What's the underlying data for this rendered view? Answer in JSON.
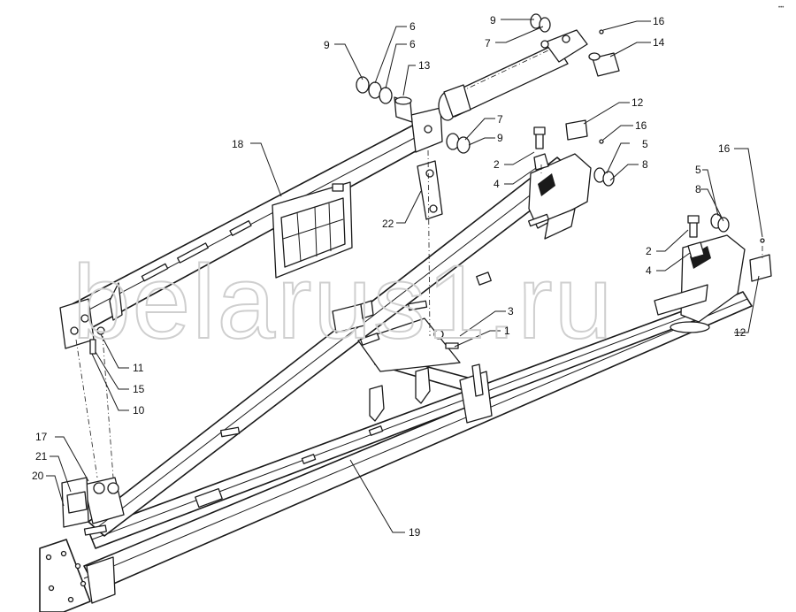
{
  "watermark": "belarus1.ru",
  "corner_mark": "•••",
  "callouts": [
    {
      "id": "c18",
      "label": "18"
    },
    {
      "id": "c9a",
      "label": "9"
    },
    {
      "id": "c6a",
      "label": "6"
    },
    {
      "id": "c6b",
      "label": "6"
    },
    {
      "id": "c13",
      "label": "13"
    },
    {
      "id": "c9b",
      "label": "9"
    },
    {
      "id": "c7a",
      "label": "7"
    },
    {
      "id": "c16a",
      "label": "16"
    },
    {
      "id": "c14",
      "label": "14"
    },
    {
      "id": "c12a",
      "label": "12"
    },
    {
      "id": "c16b",
      "label": "16"
    },
    {
      "id": "c7b",
      "label": "7"
    },
    {
      "id": "c9c",
      "label": "9"
    },
    {
      "id": "c2a",
      "label": "2"
    },
    {
      "id": "c4a",
      "label": "4"
    },
    {
      "id": "c5a",
      "label": "5"
    },
    {
      "id": "c8a",
      "label": "8"
    },
    {
      "id": "c16c",
      "label": "16"
    },
    {
      "id": "c5b",
      "label": "5"
    },
    {
      "id": "c8b",
      "label": "8"
    },
    {
      "id": "c22",
      "label": "22"
    },
    {
      "id": "c2b",
      "label": "2"
    },
    {
      "id": "c4b",
      "label": "4"
    },
    {
      "id": "c3",
      "label": "3"
    },
    {
      "id": "c1",
      "label": "1"
    },
    {
      "id": "c12b",
      "label": "12"
    },
    {
      "id": "c11",
      "label": "11"
    },
    {
      "id": "c15",
      "label": "15"
    },
    {
      "id": "c10",
      "label": "10"
    },
    {
      "id": "c17",
      "label": "17"
    },
    {
      "id": "c21",
      "label": "21"
    },
    {
      "id": "c20",
      "label": "20"
    },
    {
      "id": "c19",
      "label": "19"
    }
  ]
}
